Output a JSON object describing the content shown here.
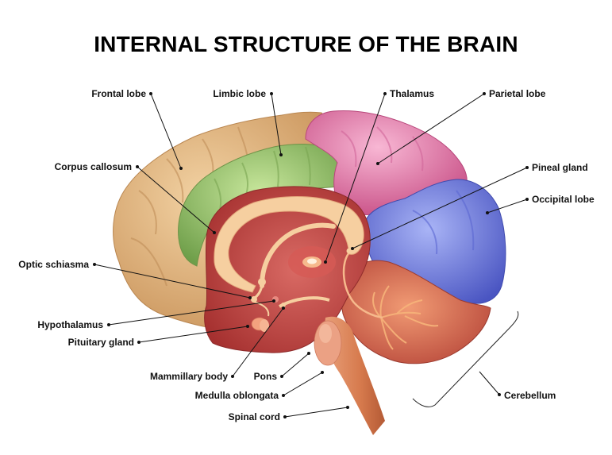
{
  "title": "INTERNAL STRUCTURE OF THE BRAIN",
  "colors": {
    "frontal_lobe": "#e6b87e",
    "limbic_lobe": "#9cc46e",
    "parietal_lobe": "#e97aab",
    "occipital_lobe": "#7383e0",
    "cerebellum": "#d9694e",
    "inner_brain": "#c74a48",
    "corpus_callosum": "#f6cfa0",
    "brainstem": "#e0895a"
  },
  "labels": {
    "frontal_lobe": "Frontal lobe",
    "limbic_lobe": "Limbic lobe",
    "thalamus": "Thalamus",
    "parietal_lobe": "Parietal lobe",
    "corpus_callosum": "Corpus callosum",
    "pineal_gland": "Pineal gland",
    "occipital_lobe": "Occipital lobe",
    "optic_schiasma": "Optic schiasma",
    "hypothalamus": "Hypothalamus",
    "pituitary_gland": "Pituitary gland",
    "mammillary_body": "Mammillary body",
    "pons": "Pons",
    "medulla_oblongata": "Medulla oblongata",
    "spinal_cord": "Spinal cord",
    "cerebellum": "Cerebellum"
  }
}
